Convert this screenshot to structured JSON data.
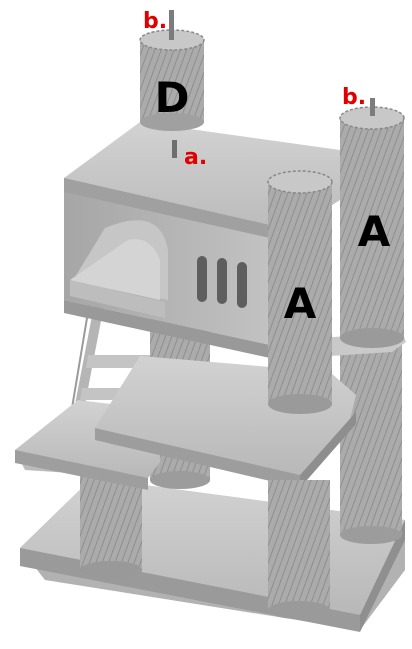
{
  "labels": {
    "part_d": "D",
    "part_a_front": "A",
    "part_a_back": "A",
    "connector_a": "a.",
    "connector_b_left": "b.",
    "connector_b_right": "b."
  },
  "colors": {
    "body": "#b4b4b4",
    "body_light": "#cfcfcf",
    "body_dark": "#8e8e8e",
    "rope": "#a9a9a9",
    "rope_line": "#8f8f8f",
    "part_label": "#000000",
    "connector_label": "#e00000"
  }
}
